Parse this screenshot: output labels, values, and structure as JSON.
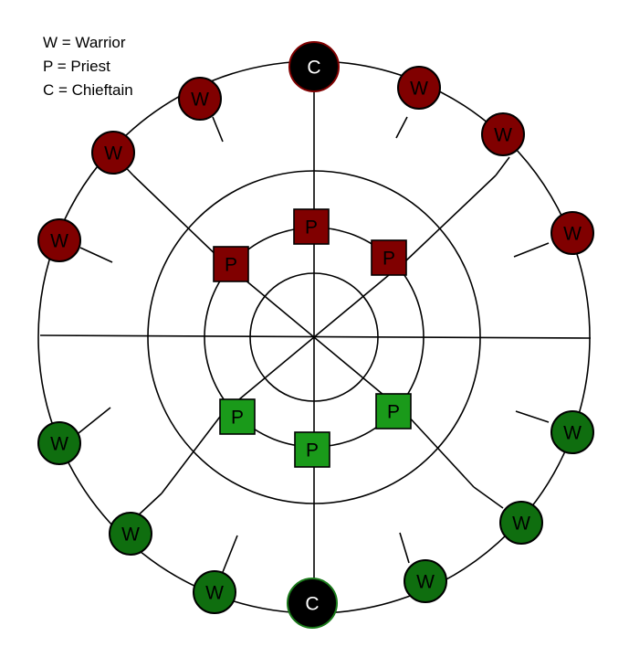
{
  "legend": [
    "W = Warrior",
    "P = Priest",
    "C = Chieftain"
  ],
  "colors": {
    "red_piece": "#800000",
    "green_piece": "#0f6e0f",
    "green_priest": "#1a9a1a",
    "chieftain_fill": "#000000",
    "line": "#000000"
  },
  "pieces": {
    "red_chieftain": "C",
    "green_chieftain": "C",
    "red_warriors": [
      "W",
      "W",
      "W",
      "W",
      "W",
      "W"
    ],
    "green_warriors": [
      "W",
      "W",
      "W",
      "W",
      "W",
      "W"
    ],
    "red_priests": [
      "P",
      "P",
      "P"
    ],
    "green_priests": [
      "P",
      "P",
      "P"
    ]
  }
}
